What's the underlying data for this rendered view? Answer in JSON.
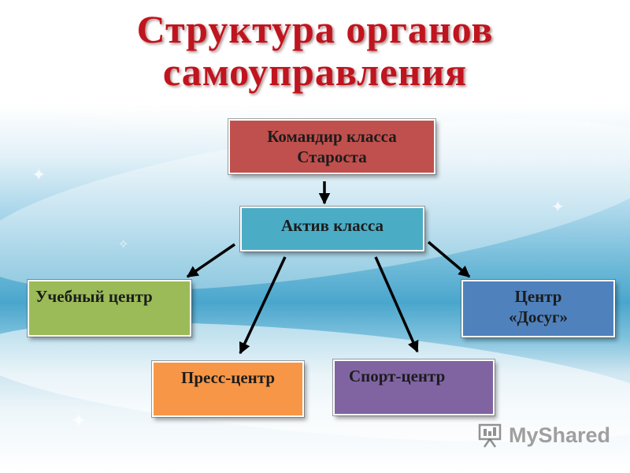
{
  "title": {
    "line1": "Структура органов",
    "line2": "самоуправления"
  },
  "nodes": {
    "commander": {
      "line1": "Командир класса",
      "line2": "Староста",
      "color": "#c0504d"
    },
    "aktiv": {
      "label": "Актив класса",
      "color": "#4bacc6"
    },
    "study": {
      "label": "Учебный центр",
      "color": "#9bbb59"
    },
    "leisure": {
      "line1": "Центр",
      "line2": "«Досуг»",
      "color": "#4f81bd"
    },
    "press": {
      "label": "Пресс-центр",
      "color": "#f79646"
    },
    "sport": {
      "label": "Спорт-центр",
      "color": "#8064a2"
    }
  },
  "edges": [
    {
      "from": "commander",
      "to": "aktiv"
    },
    {
      "from": "aktiv",
      "to": "study"
    },
    {
      "from": "aktiv",
      "to": "press"
    },
    {
      "from": "aktiv",
      "to": "sport"
    },
    {
      "from": "aktiv",
      "to": "leisure"
    }
  ],
  "watermark": {
    "text": "MyShared",
    "icon": "presentation-board-icon"
  },
  "colors": {
    "title": "#c0141e",
    "arrow": "#000000"
  }
}
